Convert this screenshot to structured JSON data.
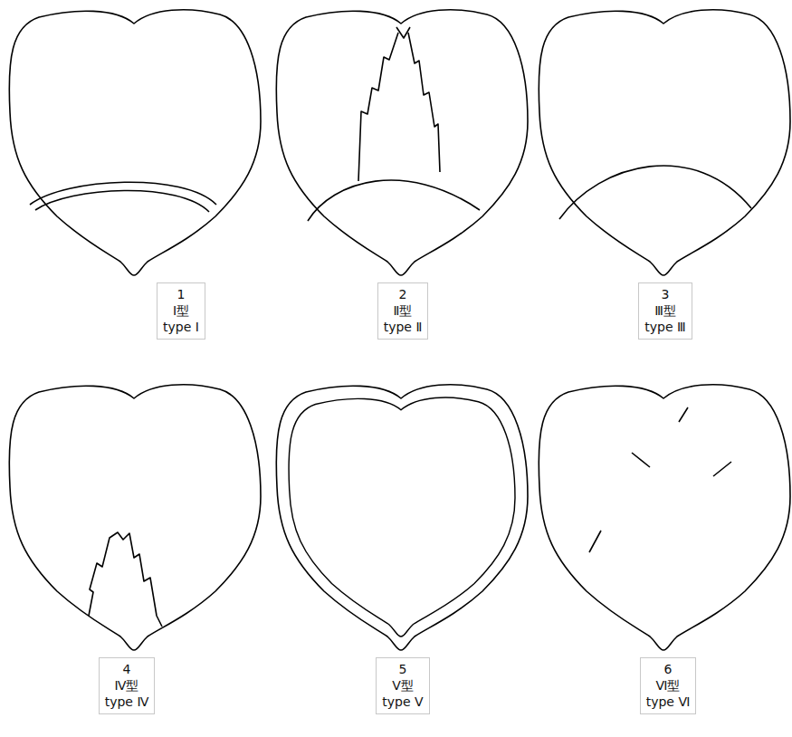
{
  "diagram": {
    "nodes": [
      {
        "text": [
          "1",
          "Ⅰ型",
          "type Ⅰ"
        ]
      },
      {
        "text": [
          "2",
          "Ⅱ型",
          "type Ⅱ"
        ]
      },
      {
        "text": [
          "3",
          "Ⅲ型",
          "type Ⅲ"
        ]
      },
      {
        "text": [
          "4",
          "Ⅳ型",
          "type Ⅳ"
        ]
      },
      {
        "text": [
          "5",
          "Ⅴ型",
          "type Ⅴ"
        ]
      },
      {
        "text": [
          "6",
          "Ⅵ型",
          "type Ⅵ"
        ]
      }
    ]
  }
}
